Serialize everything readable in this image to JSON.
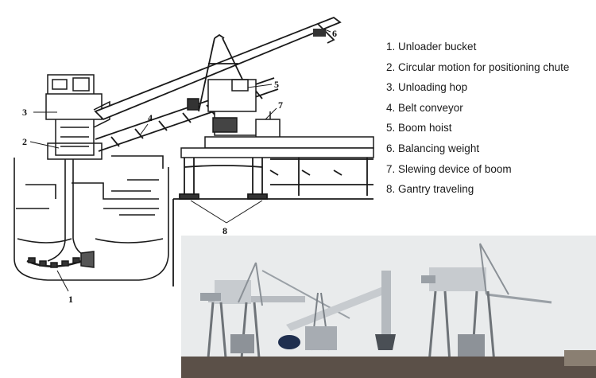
{
  "legend": {
    "items": [
      "1. Unloader bucket",
      "2. Circular motion for positioning chute",
      "3. Unloading hop",
      "4. Belt conveyor",
      "5. Boom hoist",
      "6. Balancing weight",
      "7. Slewing device of boom",
      "8. Gantry traveling"
    ]
  },
  "callouts": {
    "c1": "1",
    "c2": "2",
    "c3": "3",
    "c4": "4",
    "c5": "5",
    "c6": "6",
    "c7": "7",
    "c8": "8"
  },
  "colors": {
    "line": "#1a1a1a",
    "photo_sky": "#e9ebec",
    "crane_steel": "#c7cbcf",
    "crane_shadow": "#6e7378",
    "ground": "#5b5048",
    "bucket": "#1f2f4f"
  }
}
